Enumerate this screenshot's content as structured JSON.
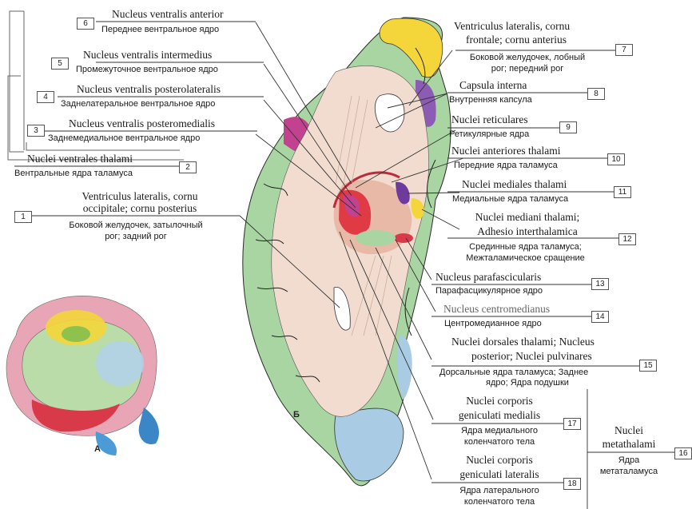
{
  "figure_letters": {
    "a": "А",
    "b": "Б"
  },
  "colors": {
    "cortex_green": "#a8d5a2",
    "white_matter": "#f1dccf",
    "ventricle": "#ffffff",
    "insula_red": "#d93a4a",
    "thalamus_red": "#e03a45",
    "magenta": "#c2428f",
    "frontal_yellow": "#f4d63a",
    "occipital_blue": "#a9cbe3",
    "purple": "#8c5bb3"
  },
  "labels": [
    {
      "num": "6",
      "lat": "Nucleus ventralis anterior",
      "ru": "Переднее вентральное ядро"
    },
    {
      "num": "5",
      "lat": "Nucleus ventralis intermedius",
      "ru": "Промежуточное вентральное ядро"
    },
    {
      "num": "4",
      "lat": "Nucleus ventralis posterolateralis",
      "ru": "Заднелатеральное вентральное ядро"
    },
    {
      "num": "3",
      "lat": "Nucleus ventralis posteromedialis",
      "ru": "Заднемедиальное вентральное ядро"
    },
    {
      "num": "2",
      "lat": "Nuclei ventrales thalami",
      "ru": "Вентральные ядра таламуса"
    },
    {
      "num": "1",
      "lat1": "Ventriculus lateralis, cornu",
      "lat2": "occipitale; cornu posterius",
      "ru1": "Боковой желудочек, затылочный",
      "ru2": "рог; задний рог"
    },
    {
      "num": "7",
      "lat1": "Ventriculus lateralis, cornu",
      "lat2": "frontale; cornu anterius",
      "ru1": "Боковой желудочек, лобный",
      "ru2": "рог; передний рог"
    },
    {
      "num": "8",
      "lat": "Capsula interna",
      "ru": "Внутренняя капсула"
    },
    {
      "num": "9",
      "lat": "Nuclei reticulares",
      "ru": "Ретикулярные ядра"
    },
    {
      "num": "10",
      "lat": "Nuclei anteriores thalami",
      "ru": "Передние ядра таламуса"
    },
    {
      "num": "11",
      "lat": "Nuclei mediales thalami",
      "ru": "Медиальные ядра таламуса"
    },
    {
      "num": "12",
      "lat1": "Nuclei mediani thalami;",
      "lat2": "Adhesio interthalamica",
      "ru1": "Срединные ядра таламуса;",
      "ru2": "Межталамическое сращение"
    },
    {
      "num": "13",
      "lat": "Nucleus parafascicularis",
      "ru": "Парафасцикулярное ядро"
    },
    {
      "num": "14",
      "lat": "Nucleus centromedianus",
      "ru": "Центромедианное ядро"
    },
    {
      "num": "15",
      "lat1": "Nuclei dorsales thalami; Nucleus",
      "lat2": "posterior; Nuclei pulvinares",
      "ru1": "Дорсальные ядра таламуса; Заднее",
      "ru2": "ядро; Ядра подушки"
    },
    {
      "num": "17",
      "lat1": "Nuclei corporis",
      "lat2": "geniculati medialis",
      "ru1": "Ядра медиального",
      "ru2": "коленчатого тела"
    },
    {
      "num": "18",
      "lat1": "Nuclei corporis",
      "lat2": "geniculati lateralis",
      "ru1": "Ядра латерального",
      "ru2": "коленчатого тела"
    },
    {
      "num": "16",
      "lat1": "Nuclei",
      "lat2": "metathalami",
      "ru1": "Ядра",
      "ru2": "метаталамуса"
    }
  ]
}
